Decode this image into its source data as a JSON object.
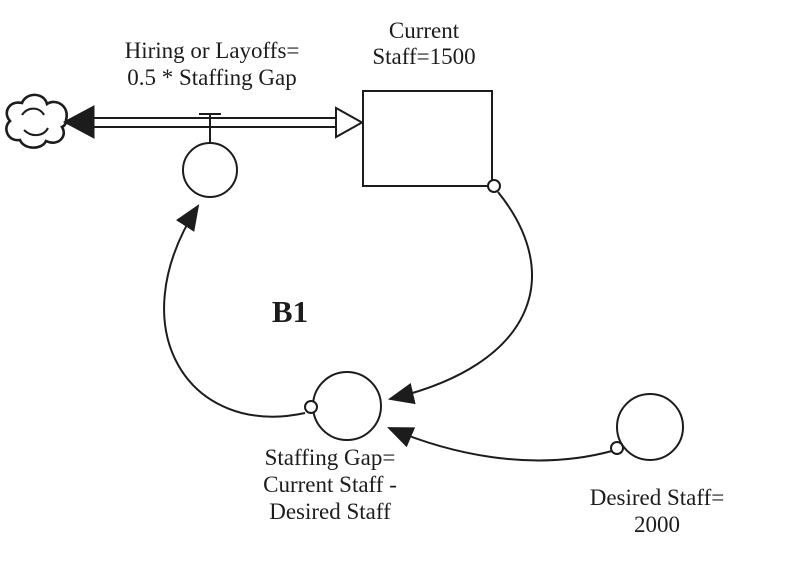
{
  "colors": {
    "stroke": "#1c1c1c",
    "background": "#ffffff"
  },
  "diagram": {
    "type": "stock-and-flow",
    "loop": {
      "label": "B1"
    },
    "flow_hiring": {
      "label_line1": "Hiring or Layoffs=",
      "label_line2": "0.5 * Staffing Gap"
    },
    "stock_current_staff": {
      "label_line1": "Current",
      "label_line2": "Staff=1500"
    },
    "aux_staffing_gap": {
      "label_line1": "Staffing Gap=",
      "label_line2": "Current Staff -",
      "label_line3": "Desired Staff"
    },
    "aux_desired_staff": {
      "label_line1": "Desired Staff=",
      "label_line2": "2000"
    }
  }
}
